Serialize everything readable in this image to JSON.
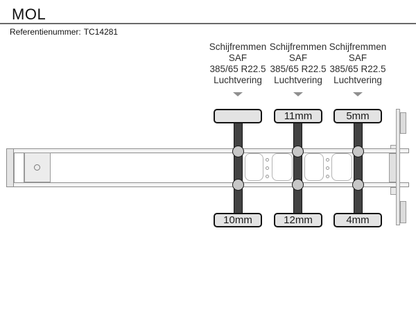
{
  "header": {
    "title": "MOL",
    "reference_label": "Referentienummer:",
    "reference_value": "TC14281"
  },
  "axles": [
    {
      "brakes": "Schijfremmen",
      "brand": "SAF",
      "tire_size": "385/65 R22.5",
      "suspension": "Luchtvering",
      "top_measurement": "",
      "bottom_measurement": "10mm"
    },
    {
      "brakes": "Schijfremmen",
      "brand": "SAF",
      "tire_size": "385/65 R22.5",
      "suspension": "Luchtvering",
      "top_measurement": "11mm",
      "bottom_measurement": "12mm"
    },
    {
      "brakes": "Schijfremmen",
      "brand": "SAF",
      "tire_size": "385/65 R22.5",
      "suspension": "Luchtvering",
      "top_measurement": "5mm",
      "bottom_measurement": "4mm"
    }
  ],
  "colors": {
    "measurement_box_fill": "#e3e3e3",
    "axle_shaft": "#424242",
    "hub_fill": "#c7c7c7",
    "chassis_outline": "#8d8d8d",
    "pointer_arrow": "#8f8f8f",
    "header_divider": "#6a6a6a"
  }
}
